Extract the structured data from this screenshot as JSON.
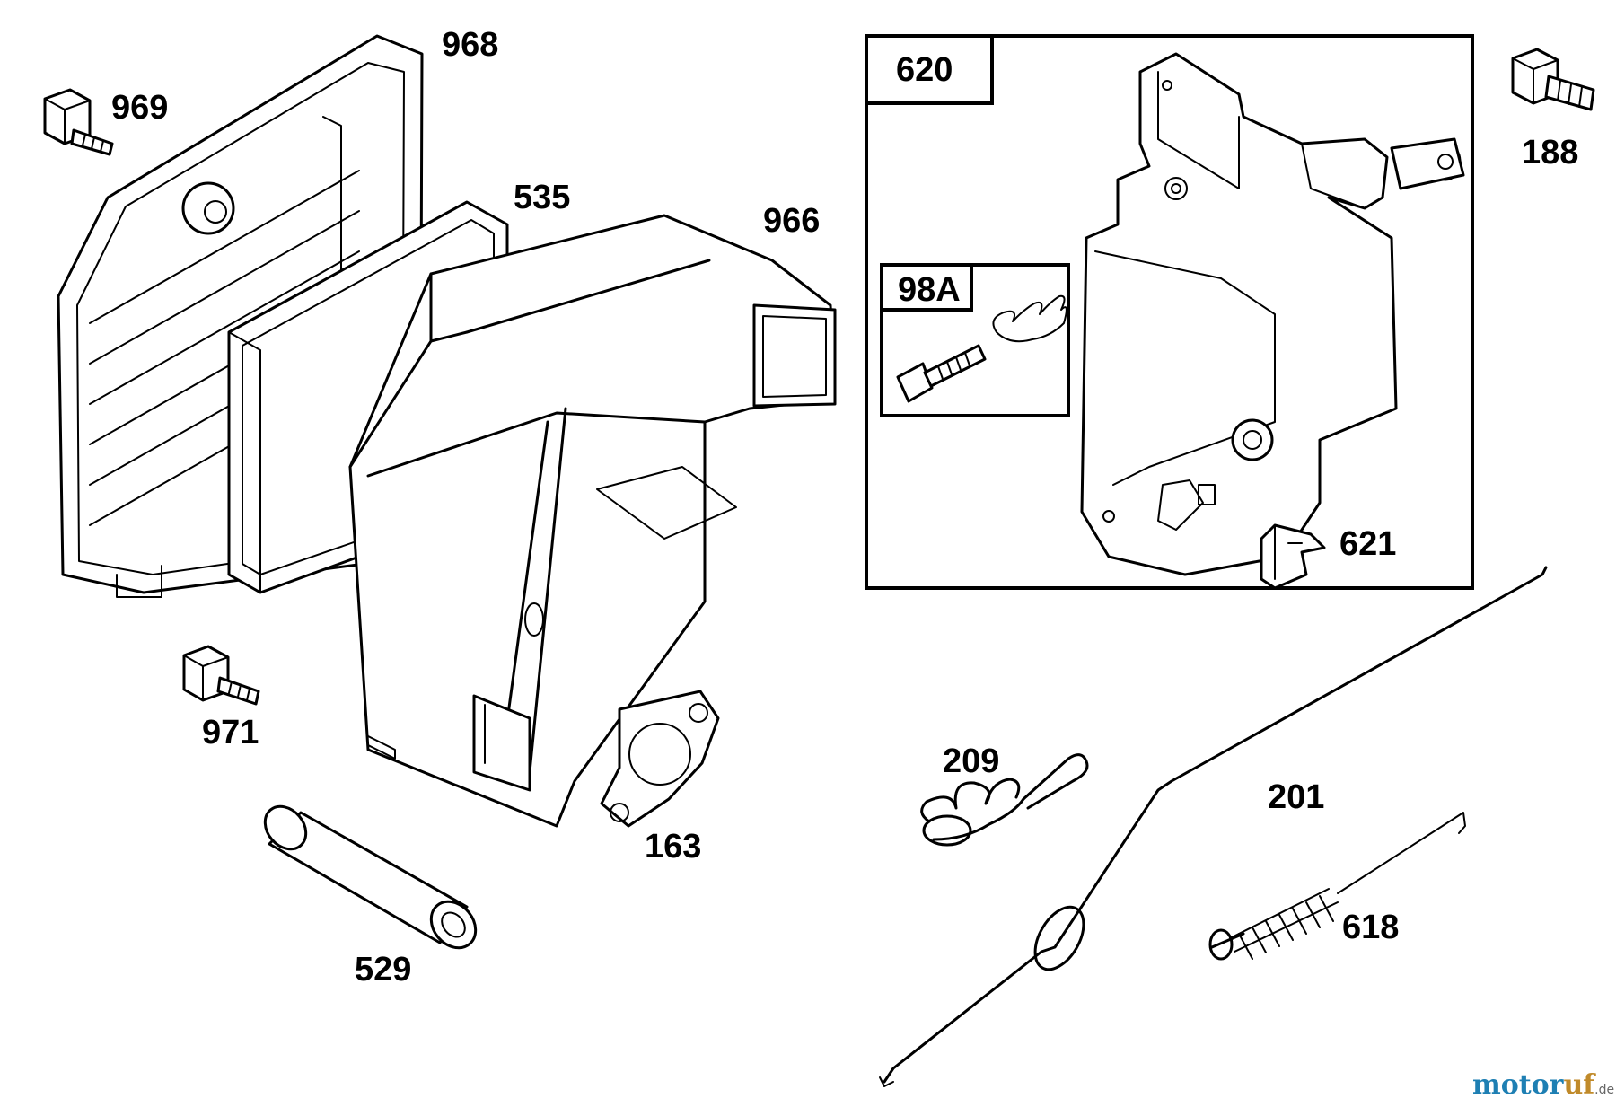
{
  "labels": {
    "p968": "968",
    "p969": "969",
    "p535": "535",
    "p966": "966",
    "p620": "620",
    "p98a": "98A",
    "p188": "188",
    "p621": "621",
    "p971": "971",
    "p209": "209",
    "p201": "201",
    "p163": "163",
    "p618": "618",
    "p529": "529"
  },
  "watermark": {
    "part1": "motor",
    "part2": "uf",
    "suffix": ".de"
  }
}
